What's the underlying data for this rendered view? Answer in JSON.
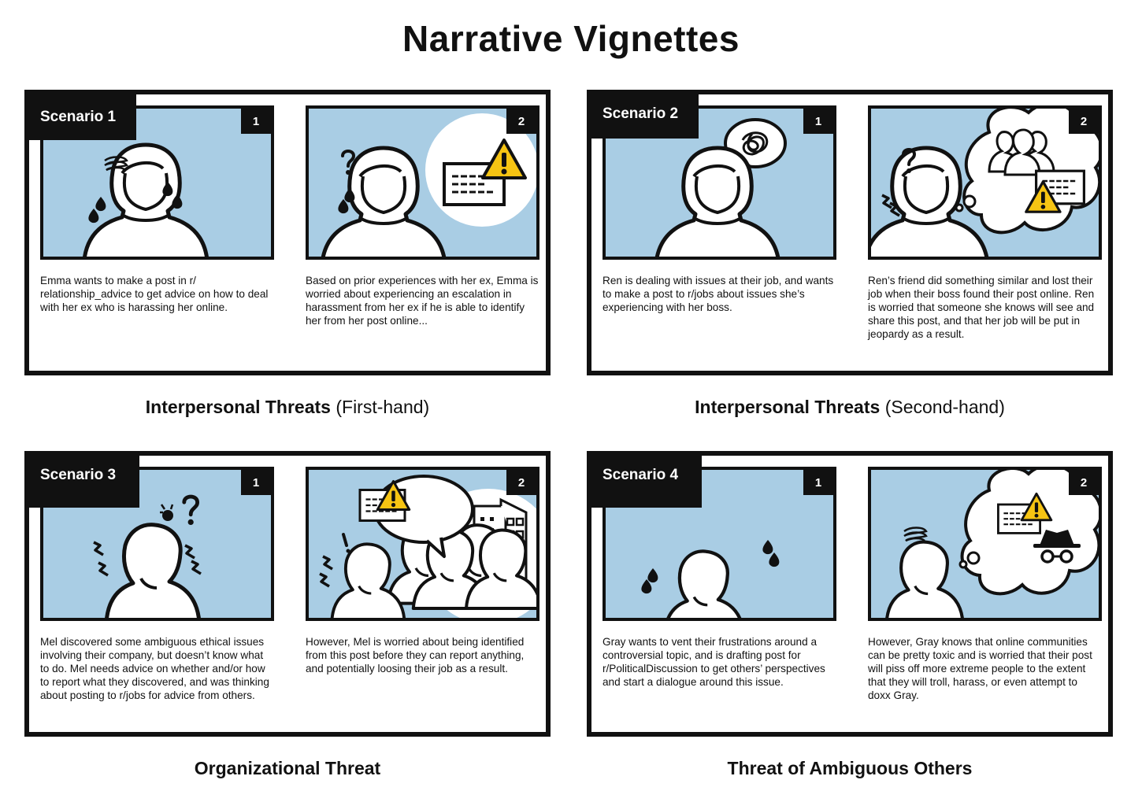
{
  "title": "Narrative Vignettes",
  "scenarios": [
    {
      "tag": "Scenario 1",
      "panel1_number": "1",
      "panel2_number": "2",
      "text1": "Emma wants to make a post in r/ relationship_advice to get advice on how to deal with her ex who is harassing her online.",
      "text2": "Based on prior experiences with her ex, Emma is worried about experiencing an escalation in harassment from her ex if he is able to identify her from her post online...",
      "caption_bold": "Interpersonal Threats",
      "caption_rest": " (First-hand)"
    },
    {
      "tag": "Scenario 2",
      "panel1_number": "1",
      "panel2_number": "2",
      "text1": "Ren is dealing with issues at their job, and wants to make a post to r/jobs about issues she’s experiencing with her boss.",
      "text2": "Ren’s friend did something similar and lost their job when their boss found their post online. Ren is worried that someone she knows will see and share this post, and that her job will be put in jeopardy as a result.",
      "caption_bold": "Interpersonal Threats",
      "caption_rest": " (Second-hand)"
    },
    {
      "tag": "Scenario 3",
      "panel1_number": "1",
      "panel2_number": "2",
      "text1": "Mel discovered some ambiguous ethical issues involving their company, but doesn’t know what to do. Mel needs advice on whether and/or how to report what they discovered, and was thinking about posting to r/jobs for advice from others.",
      "text2": "However, Mel is worried about being identified from this post before they can report anything, and potentially loosing their job as a result.",
      "caption_bold": "Organizational Threat",
      "caption_rest": ""
    },
    {
      "tag": "Scenario 4",
      "panel1_number": "1",
      "panel2_number": "2",
      "text1": "Gray wants to vent their frustrations around a controversial topic, and is drafting post for r/PoliticalDiscussion to get others’ perspectives and start a dialogue around this issue.",
      "text2": "However, Gray knows that online communities can be pretty toxic and is worried that their post will piss off more extreme people to the extent that they will troll, harass, or even attempt to doxx Gray.",
      "caption_bold": "Threat of Ambiguous Others",
      "caption_rest": ""
    }
  ],
  "colors": {
    "panel_bg": "#a9cde4",
    "ink": "#111111",
    "warning": "#f6c413"
  },
  "icons": [
    "person-front-icon",
    "person-profile-icon",
    "warning-icon",
    "document-icon",
    "thought-bubble-icon",
    "speech-bubble-icon",
    "question-mark-icon",
    "group-icon",
    "building-icon",
    "incognito-icon",
    "scribble-icon",
    "sweat-drop-icon",
    "stress-mark-icon"
  ]
}
